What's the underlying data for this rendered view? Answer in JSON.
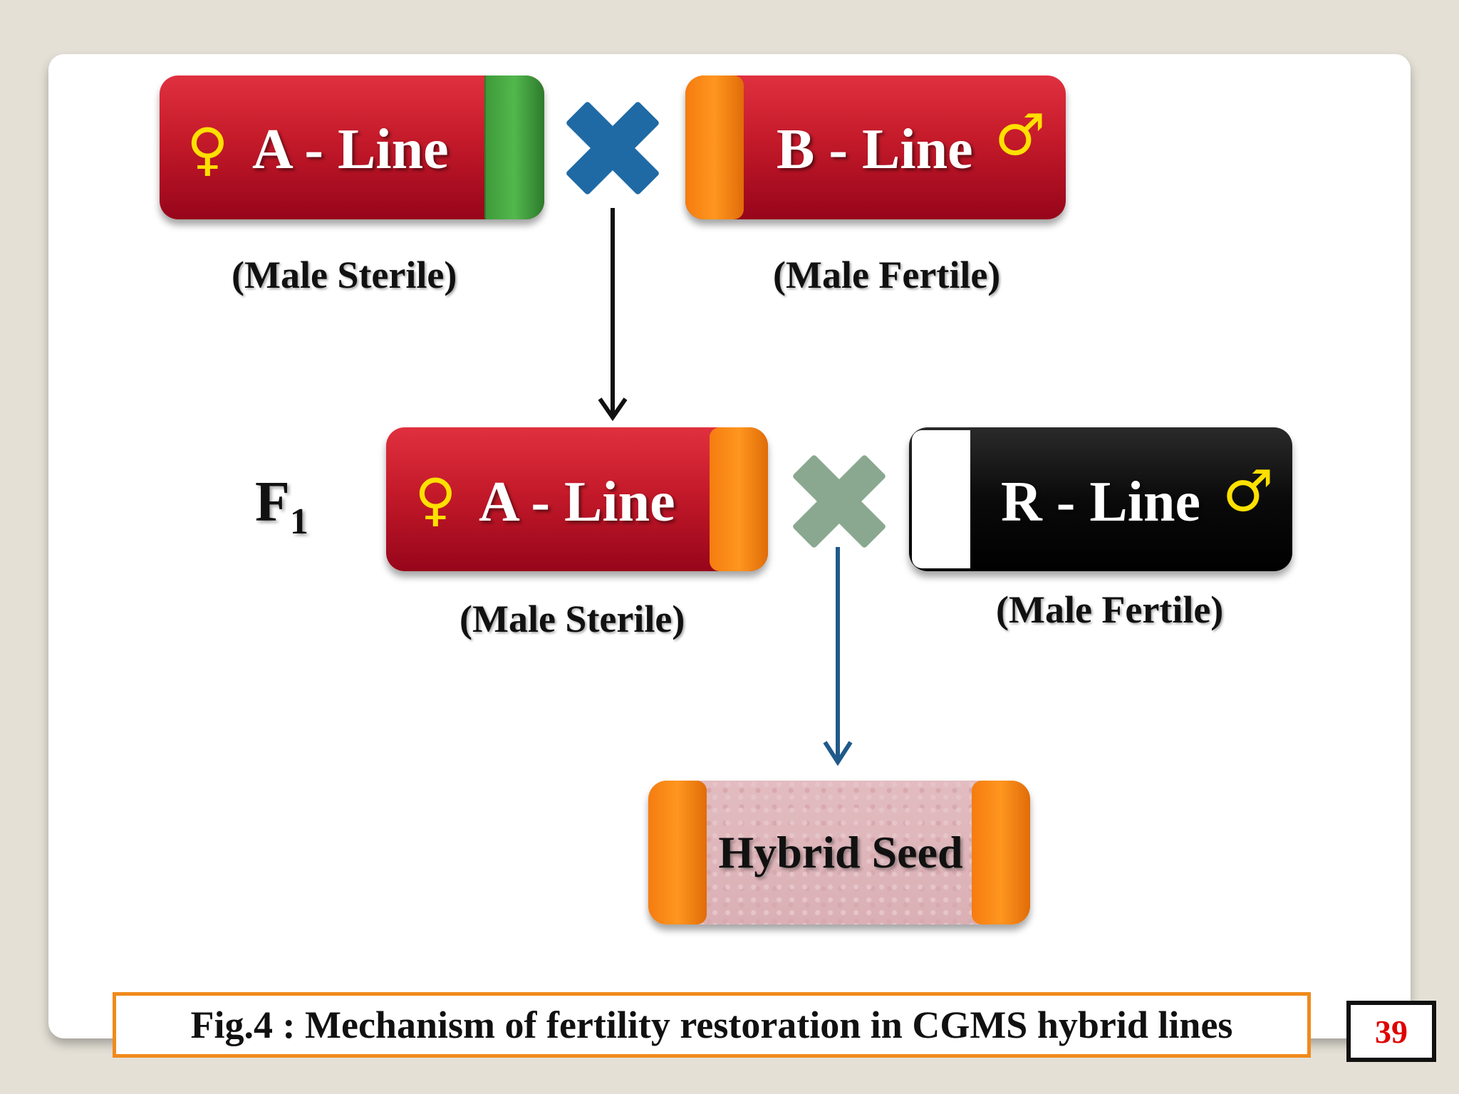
{
  "top_row": {
    "a_line": {
      "symbol": "♀",
      "label": "A - Line",
      "caption": "(Male Sterile)"
    },
    "b_line": {
      "label": "B - Line",
      "symbol": "♂",
      "caption": "(Male Fertile)"
    }
  },
  "f1_row": {
    "generation_label": "F",
    "generation_subscript": "1",
    "a_line": {
      "symbol": "♀",
      "label": "A - Line",
      "caption": "(Male Sterile)"
    },
    "r_line": {
      "label": "R - Line",
      "symbol": "♂",
      "caption": "(Male Fertile)"
    }
  },
  "result": {
    "label": "Hybrid Seed"
  },
  "figure_caption": "Fig.4 : Mechanism of fertility restoration in CGMS hybrid lines",
  "page_number": "39",
  "colors": {
    "line_red": "#c41a2a",
    "cytoplasm_green": "#4caf48",
    "cytoplasm_orange": "#f7861a",
    "cross_blue": "#1f6aa5",
    "cross_green_grey": "#8aa88f",
    "symbol_yellow": "#ffe000",
    "caption_border": "#f08a1c",
    "page_number_red": "#e00000"
  },
  "icons": [
    "female-symbol",
    "male-symbol",
    "cross-icon",
    "arrow-down-icon"
  ]
}
